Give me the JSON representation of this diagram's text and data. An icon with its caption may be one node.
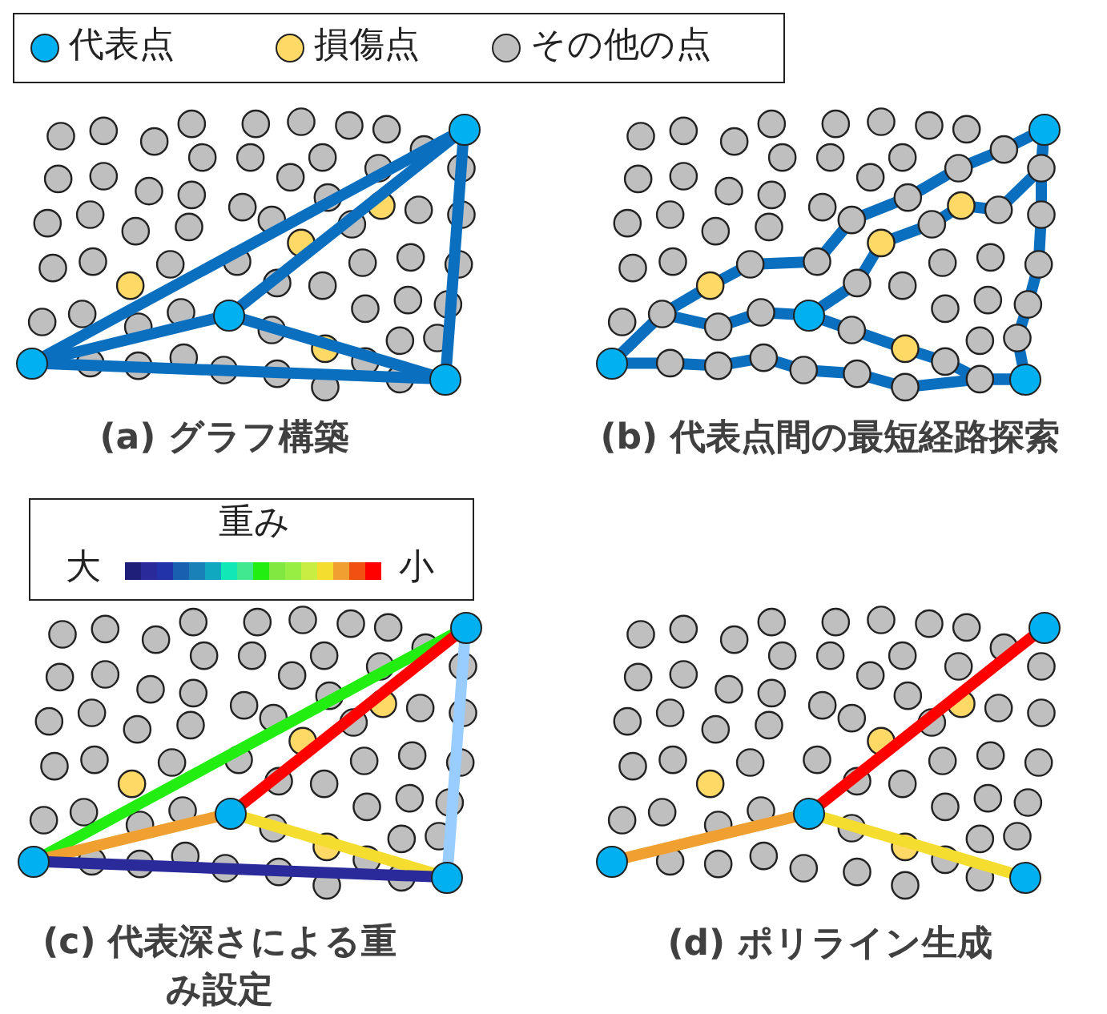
{
  "diagram": {
    "nodes": [
      {
        "text": [],
        "shape": "circle"
      },
      {
        "text": [],
        "shape": "circle"
      },
      {
        "text": [],
        "shape": "circle"
      },
      {
        "text": [],
        "shape": "circle"
      },
      {
        "text": [],
        "shape": "circle"
      },
      {
        "text": [],
        "shape": "circle"
      },
      {
        "text": [],
        "shape": "circle"
      },
      {
        "text": [],
        "shape": "circle"
      },
      {
        "text": [],
        "shape": "circle"
      },
      {
        "text": [],
        "shape": "circle"
      },
      {
        "text": [],
        "shape": "circle"
      },
      {
        "text": [],
        "shape": "circle"
      },
      {
        "text": [],
        "shape": "circle"
      },
      {
        "text": [],
        "shape": "circle"
      },
      {
        "text": [],
        "shape": "circle"
      },
      {
        "text": [],
        "shape": "circle"
      }
    ],
    "edges": [
      {
        "from": 2,
        "to": 0,
        "arrow": "none"
      },
      {
        "from": 2,
        "to": 1,
        "arrow": "none"
      },
      {
        "from": 1,
        "to": 0,
        "arrow": "none"
      },
      {
        "from": 1,
        "to": 3,
        "arrow": "none"
      },
      {
        "from": 2,
        "to": 3,
        "arrow": "none"
      },
      {
        "from": 3,
        "to": 0,
        "arrow": "none"
      },
      {
        "from": 6,
        "to": 4,
        "arrow": "none"
      },
      {
        "from": 6,
        "to": 5,
        "arrow": "none"
      },
      {
        "from": 5,
        "to": 4,
        "arrow": "none"
      },
      {
        "from": 5,
        "to": 7,
        "arrow": "none"
      },
      {
        "from": 6,
        "to": 7,
        "arrow": "none"
      },
      {
        "from": 7,
        "to": 4,
        "arrow": "none"
      },
      {
        "from": 10,
        "to": 8,
        "arrow": "none",
        "color": "#22ee11"
      },
      {
        "from": 10,
        "to": 9,
        "arrow": "none",
        "color": "#f0a030"
      },
      {
        "from": 9,
        "to": 8,
        "arrow": "none",
        "color": "#ff0000"
      },
      {
        "from": 9,
        "to": 11,
        "arrow": "none",
        "color": "#f5dd30"
      },
      {
        "from": 10,
        "to": 11,
        "arrow": "none",
        "color": "#2a2a9a"
      },
      {
        "from": 11,
        "to": 8,
        "arrow": "none",
        "color": "#99ccff"
      },
      {
        "from": 14,
        "to": 13,
        "arrow": "none",
        "color": "#f0a030"
      },
      {
        "from": 13,
        "to": 12,
        "arrow": "none",
        "color": "#ff0000"
      },
      {
        "from": 13,
        "to": 15,
        "arrow": "none",
        "color": "#f5dd30"
      }
    ],
    "labels": [
      "(a) グラフ構築",
      "(b) 代表点間の最短経路探索",
      "重み",
      "大",
      "小",
      "(c) 代表深さによる重み設定",
      "(d) ポリライン生成"
    ],
    "legend": [
      {
        "text": "代表点",
        "color": "#00b0f0"
      },
      {
        "text": "損傷点",
        "color": "#ffd966"
      },
      {
        "text": "その他の点",
        "color": "#bfbfbf"
      }
    ]
  }
}
